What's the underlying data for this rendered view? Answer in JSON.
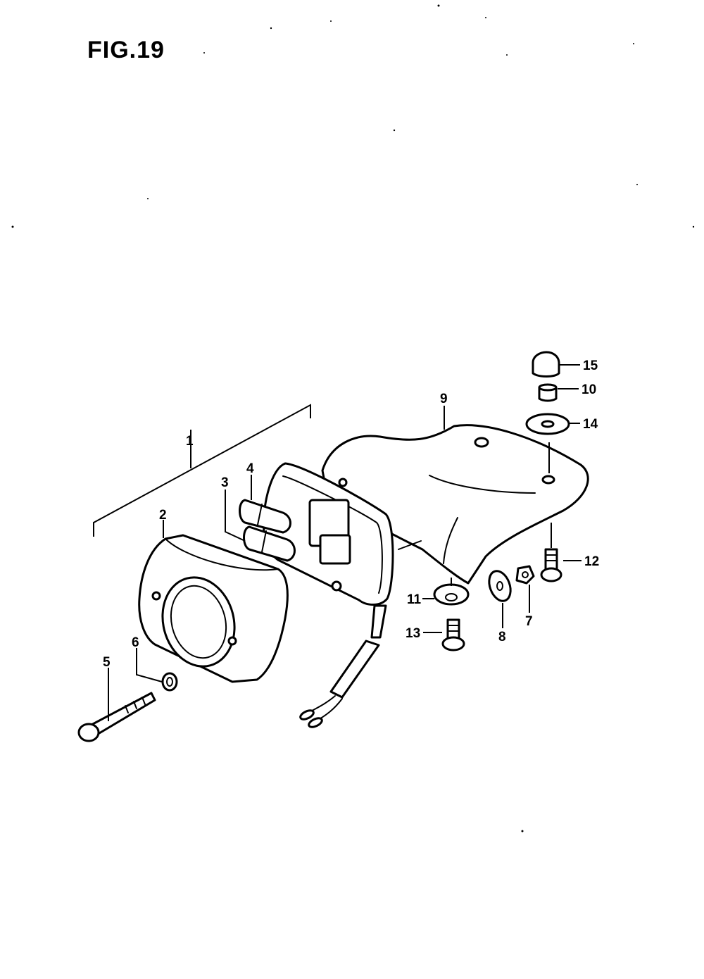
{
  "figure": {
    "title": "FIG.19"
  },
  "callouts": {
    "c1": "1",
    "c2": "2",
    "c3": "3",
    "c4": "4",
    "c5": "5",
    "c6": "6",
    "c7": "7",
    "c8": "8",
    "c9": "9",
    "c10": "10",
    "c11": "11",
    "c12": "12",
    "c13": "13",
    "c14": "14",
    "c15": "15"
  }
}
